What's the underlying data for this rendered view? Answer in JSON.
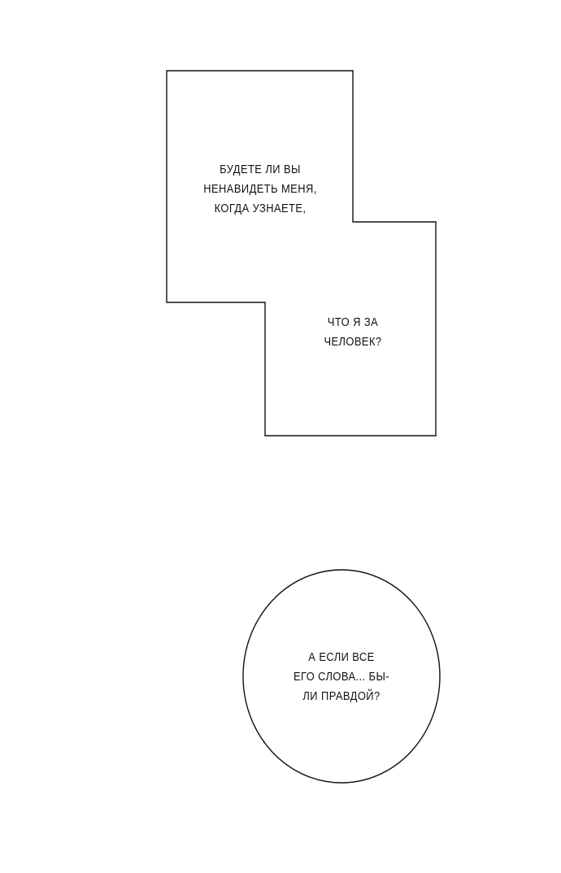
{
  "caption_box": {
    "lines_top": [
      "БУДЕТЕ ЛИ ВЫ",
      "НЕНАВИДЕТЬ МЕНЯ,",
      "КОГДА УЗНАЕТЕ,"
    ],
    "lines_bottom": [
      "ЧТО Я ЗА",
      "ЧЕЛОВЕК?"
    ]
  },
  "speech_bubble": {
    "lines": [
      "А ЕСЛИ ВСЕ",
      "ЕГО СЛОВА... БЫ-",
      "ЛИ ПРАВДОЙ?"
    ]
  }
}
